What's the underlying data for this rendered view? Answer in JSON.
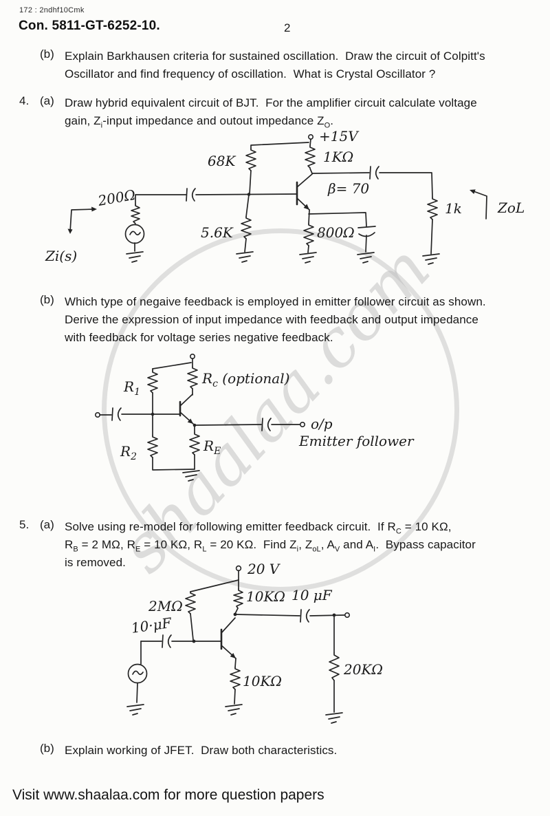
{
  "page": {
    "top_code": "172 : 2ndhf10Cmk",
    "doc_number": "Con. 5811-GT-6252-10.",
    "page_number": "2",
    "footer": "Visit www.shaalaa.com for more question papers",
    "watermark": "shaalaa.com"
  },
  "questions": [
    {
      "number": "",
      "part": "(b)",
      "lines": [
        [
          {
            "t": "Explain Barkhausen criteria for sustained oscillation.  Draw the circuit of Colpitt's"
          }
        ],
        [
          {
            "t": "Oscillator and find frequency of oscillation.  What is Crystal Oscillator ?"
          }
        ]
      ]
    },
    {
      "number": "4.",
      "part": "(a)",
      "lines": [
        [
          {
            "t": "Draw hybrid equivalent circuit of BJT.  For the amplifier circuit calculate voltage"
          }
        ],
        [
          {
            "t": "gain, Z"
          },
          {
            "t": "i",
            "sub": true
          },
          {
            "t": "-input impedance and outout impedance Z"
          },
          {
            "t": "O",
            "sub": true
          },
          {
            "t": "."
          }
        ]
      ]
    },
    {
      "number": "",
      "part": "(b)",
      "lines": [
        [
          {
            "t": "Which type of negaive feedback is employed in emitter follower circuit as shown."
          }
        ],
        [
          {
            "t": "Derive the expression of input impedance with feedback and output impedance"
          }
        ],
        [
          {
            "t": "with feedback for voltage series negative feedback."
          }
        ]
      ]
    },
    {
      "number": "5.",
      "part": "(a)",
      "lines": [
        [
          {
            "t": "Solve using re-model for following emitter feedback circuit.  If R"
          },
          {
            "t": "C",
            "sub": true
          },
          {
            "t": " = 10 KΩ,"
          }
        ],
        [
          {
            "t": "R"
          },
          {
            "t": "B",
            "sub": true
          },
          {
            "t": " = 2 MΩ, R"
          },
          {
            "t": "E",
            "sub": true
          },
          {
            "t": " = 10 KΩ, R"
          },
          {
            "t": "L",
            "sub": true
          },
          {
            "t": " = 20 KΩ.  Find Z"
          },
          {
            "t": "i",
            "sub": true
          },
          {
            "t": ", Z"
          },
          {
            "t": "oL",
            "sub": true
          },
          {
            "t": ", A"
          },
          {
            "t": "V",
            "sub": true
          },
          {
            "t": " and A"
          },
          {
            "t": "I",
            "sub": true
          },
          {
            "t": ".  Bypass capacitor"
          }
        ],
        [
          {
            "t": "is removed."
          }
        ]
      ]
    },
    {
      "number": "",
      "part": "(b)",
      "lines": [
        [
          {
            "t": "Explain working of JFET.  Draw both characteristics."
          }
        ]
      ]
    }
  ],
  "circuit1": {
    "labels": {
      "vcc": "+15V",
      "r_68k": "68K",
      "r_1k_collector": "1KΩ",
      "beta": "β= 70",
      "r_200": "200Ω",
      "r_5k6": "5.6K",
      "r_800": "800Ω",
      "r_load": "1k",
      "z_out": "ZoL",
      "z_in": "Zi(s)"
    }
  },
  "circuit2": {
    "labels": {
      "r1_main": "R",
      "r1_sub": "1",
      "r2_main": "R",
      "r2_sub": "2",
      "rc_main": "R",
      "rc_sub": "c",
      "rc_note": " (optional)",
      "re_main": "R",
      "re_sub": "E",
      "output": "o/p",
      "output_caption": "Emitter follower"
    }
  },
  "circuit3": {
    "labels": {
      "vcc": "20 V",
      "r_2m": "2MΩ",
      "r_10k_collector": "10KΩ",
      "c_out": "10 μF",
      "c_in": "10·μF",
      "r_10k_emitter": "10KΩ",
      "r_20k_load": "20KΩ"
    }
  }
}
